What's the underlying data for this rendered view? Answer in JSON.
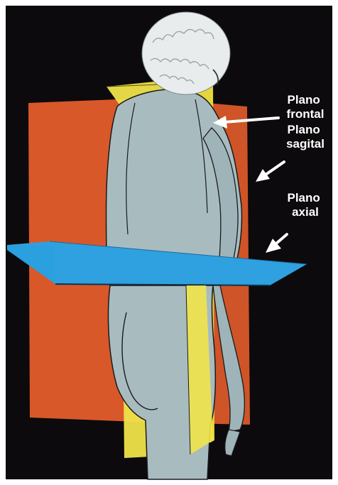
{
  "labels": {
    "frontal": {
      "line1": "Plano",
      "line2": "frontal"
    },
    "sagital": {
      "line1": "Plano",
      "line2": "sagital"
    },
    "axial": {
      "line1": "Plano",
      "line2": "axial"
    }
  },
  "colors": {
    "background": "#0c0a0c",
    "frame": "#ffffff",
    "sagittal_plane": "#d8582a",
    "frontal_plane": "#f0e34a",
    "axial_plane": "#2fa0e0",
    "body": "#a8bcc0",
    "hair": "#e8ecec",
    "label_text": "#ffffff",
    "arrow": "#ffffff"
  }
}
